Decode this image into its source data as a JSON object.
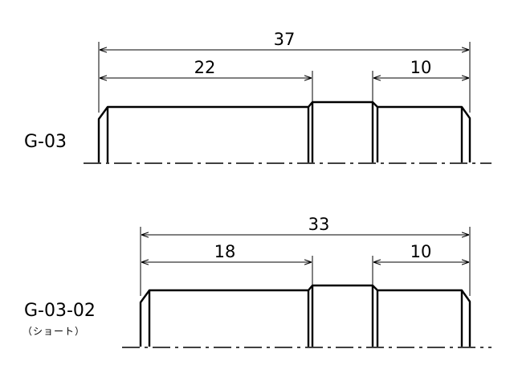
{
  "parts": [
    {
      "label": "G-03",
      "sublabel": "",
      "dimensions": {
        "overall": "37",
        "left": "22",
        "right": "10"
      }
    },
    {
      "label": "G-03-02",
      "sublabel": "（ショート）",
      "dimensions": {
        "overall": "33",
        "left": "18",
        "right": "10"
      }
    }
  ]
}
